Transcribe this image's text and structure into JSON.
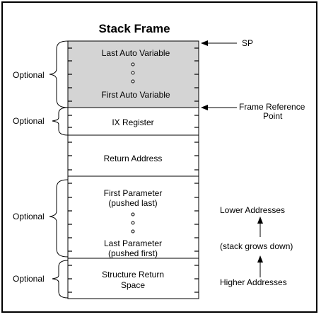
{
  "title": "Stack Frame",
  "sections": {
    "auto_vars": {
      "top_label": "Last Auto Variable",
      "bottom_label": "First Auto Variable"
    },
    "ix_register": {
      "label": "IX Register"
    },
    "return_address": {
      "label": "Return Address"
    },
    "parameters": {
      "first_line1": "First Parameter",
      "first_line2": "(pushed last)",
      "last_line1": "Last Parameter",
      "last_line2": "(pushed first)"
    },
    "struct_return": {
      "line1": "Structure Return",
      "line2": "Space"
    }
  },
  "optional_label": "Optional",
  "pointers": {
    "sp": "SP",
    "frame_ref_line1": "Frame Reference",
    "frame_ref_line2": "Point"
  },
  "addresses": {
    "lower": "Lower Addresses",
    "direction": "(stack grows down)",
    "higher": "Higher Addresses"
  },
  "colors": {
    "auto_vars_fill": "#d4d4d4",
    "line": "#000000"
  }
}
